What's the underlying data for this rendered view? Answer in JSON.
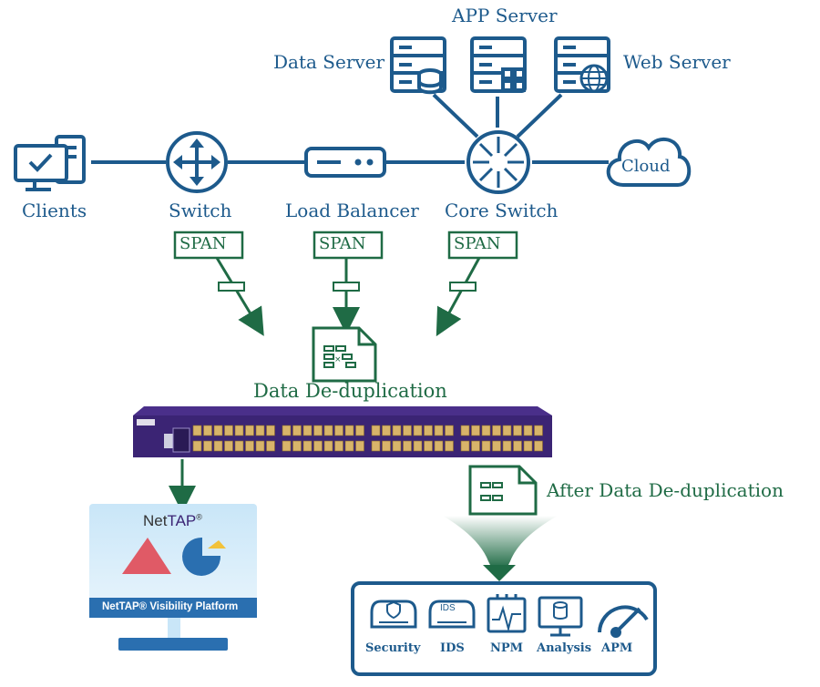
{
  "nodes": {
    "clients": "Clients",
    "switch": "Switch",
    "load_balancer": "Load Balancer",
    "core_switch": "Core Switch",
    "cloud": "Cloud",
    "data_server": "Data Server",
    "app_server": "APP Server",
    "web_server": "Web Server"
  },
  "span_labels": [
    "SPAN",
    "SPAN",
    "SPAN"
  ],
  "dedup_label": "Data De-duplication",
  "after_label": "After Data De-duplication",
  "monitor": {
    "brand_net": "Net",
    "brand_tap": "TAP",
    "brand_reg": "®",
    "platform_label": "NetTAP® Visibility Platform"
  },
  "tools": [
    "Security",
    "IDS",
    "NPM",
    "Analysis",
    "APM"
  ],
  "tool_badge_ids": "IDS",
  "colors": {
    "network_blue": "#1d5a8c",
    "span_green": "#1f6b45",
    "device_purple": "#3b2474",
    "port_gold": "#d8b46a",
    "monitor_red": "#e05a66",
    "monitor_blue": "#2a6fb0",
    "monitor_yellow": "#f2c23a"
  }
}
